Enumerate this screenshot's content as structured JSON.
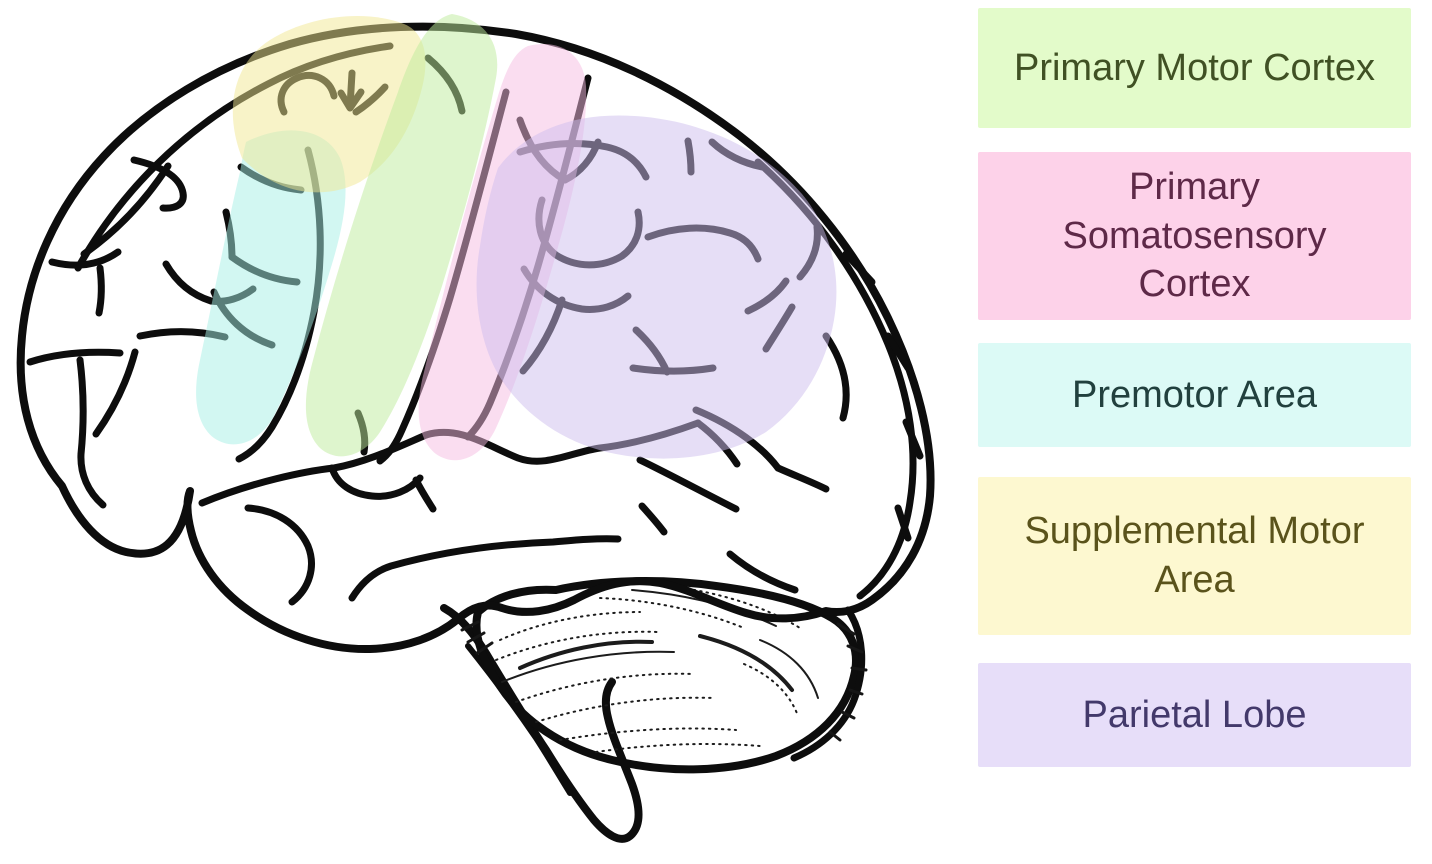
{
  "figure": {
    "description": "Lateral line drawing of a human brain with five highlighted cortical regions and a color-coded legend"
  },
  "legend": {
    "items": [
      {
        "id": "primary-motor-cortex",
        "label": "Primary Motor Cortex",
        "bg": "#e3fbca",
        "fg": "#405124",
        "region_fill": "#bdeb9b"
      },
      {
        "id": "primary-somatosensory-cortex",
        "label": "Primary Somatosensory Cortex",
        "bg": "#fdd2e9",
        "fg": "#5e2948",
        "region_fill": "#f5bbe1"
      },
      {
        "id": "premotor-area",
        "label": "Premotor Area",
        "bg": "#dcfaf6",
        "fg": "#21403e",
        "region_fill": "#a5efe5"
      },
      {
        "id": "supplemental-motor-area",
        "label": "Supplemental Motor Area",
        "bg": "#fdf8d0",
        "fg": "#5a531b",
        "region_fill": "#f1e791"
      },
      {
        "id": "parietal-lobe",
        "label": "Parietal Lobe",
        "bg": "#e7def9",
        "fg": "#43396b",
        "region_fill": "#cdbded"
      }
    ]
  }
}
